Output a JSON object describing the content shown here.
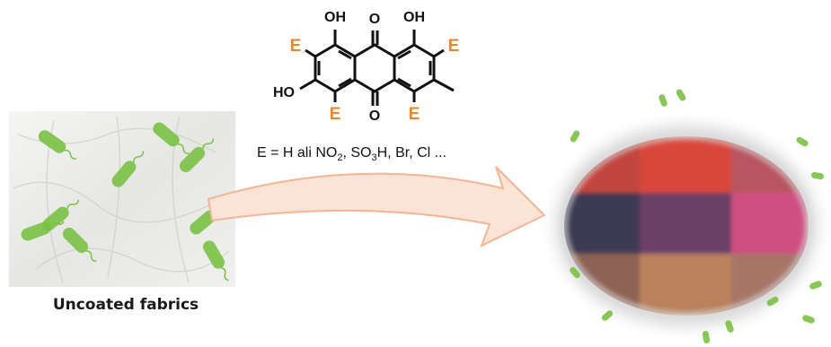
{
  "molecule": {
    "hydroxyl_label": "OH",
    "hydroxyl_left_label": "HO",
    "carbonyl_label": "O",
    "substituent_label": "E",
    "substituent_color": "#e8862e"
  },
  "formula": {
    "prefix": "E = H ali NO",
    "sub1": "2",
    "mid": ", SO",
    "sub2": "3",
    "suffix": "H, Br, Cl ..."
  },
  "uncoated": {
    "label": "Uncoated fabrics",
    "fabric_color": "#ecedeb",
    "bacteria_color": "#7ac143"
  },
  "arrow": {
    "fill": "#fbe3d6",
    "stroke": "#f3b594"
  },
  "coated": {
    "swatch_colors": [
      [
        "#c2443f",
        "#d9473a",
        "#b85560"
      ],
      [
        "#3c3a52",
        "#6a3f66",
        "#cf4f82"
      ],
      [
        "#8e6355",
        "#b9815c",
        "#a77467"
      ]
    ],
    "bacteria_color": "#7ac143"
  }
}
